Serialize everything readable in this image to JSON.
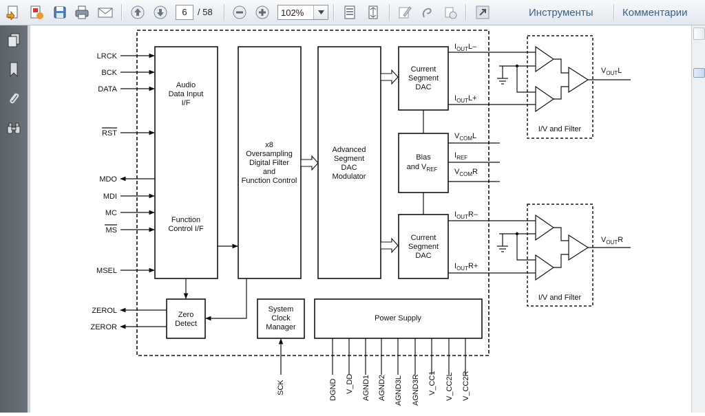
{
  "toolbar": {
    "page_current": "6",
    "page_total": "/ 58",
    "zoom": "102%",
    "tools_label": "Инструменты",
    "comments_label": "Комментарии"
  },
  "diagram": {
    "inputs_left": {
      "lrck": "LRCK",
      "bck": "BCK",
      "data": "DATA",
      "rst": "RST",
      "mdo": "MDO",
      "mdi": "MDI",
      "mc": "MC",
      "ms": "MS",
      "msel": "MSEL",
      "zerol": "ZEROL",
      "zeror": "ZEROR"
    },
    "audio_if": [
      "Audio",
      "Data Input",
      "I/F"
    ],
    "function_if": [
      "Function",
      "Control I/F"
    ],
    "filter": [
      "x8",
      "Oversampling",
      "Digital Filter",
      "and",
      "Function Control"
    ],
    "modulator": [
      "Advanced",
      "Segment",
      "DAC",
      "Modulator"
    ],
    "dac_top": [
      "Current",
      "Segment",
      "DAC"
    ],
    "dac_bottom": [
      "Current",
      "Segment",
      "DAC"
    ],
    "bias": [
      "Bias",
      "and V",
      "REF"
    ],
    "zero_detect": [
      "Zero",
      "Detect"
    ],
    "clock_manager": [
      "System",
      "Clock",
      "Manager"
    ],
    "power_supply": "Power Supply",
    "iout_lm": {
      "main": "I",
      "sub": "OUT",
      "suffix": "L–"
    },
    "iout_lp": {
      "main": "I",
      "sub": "OUT",
      "suffix": "L+"
    },
    "iout_rm": {
      "main": "I",
      "sub": "OUT",
      "suffix": "R–"
    },
    "iout_rp": {
      "main": "I",
      "sub": "OUT",
      "suffix": "R+"
    },
    "vcoml": {
      "main": "V",
      "sub": "COM",
      "suffix": "L"
    },
    "iref": {
      "main": "I",
      "sub": "REF",
      "suffix": ""
    },
    "vcomr": {
      "main": "V",
      "sub": "COM",
      "suffix": "R"
    },
    "filter_label_top": "I/V and Filter",
    "filter_label_bottom": "I/V and Filter",
    "voutl": {
      "main": "V",
      "sub": "OUT",
      "suffix": "L"
    },
    "voutr": {
      "main": "V",
      "sub": "OUT",
      "suffix": "R"
    },
    "sck": "SCK",
    "bottom_pins": [
      "DGND",
      "V_DD",
      "AGND1",
      "AGND2",
      "AGND3L",
      "AGND3R",
      "V_CC1",
      "V_CC2L",
      "V_CC2R"
    ]
  }
}
